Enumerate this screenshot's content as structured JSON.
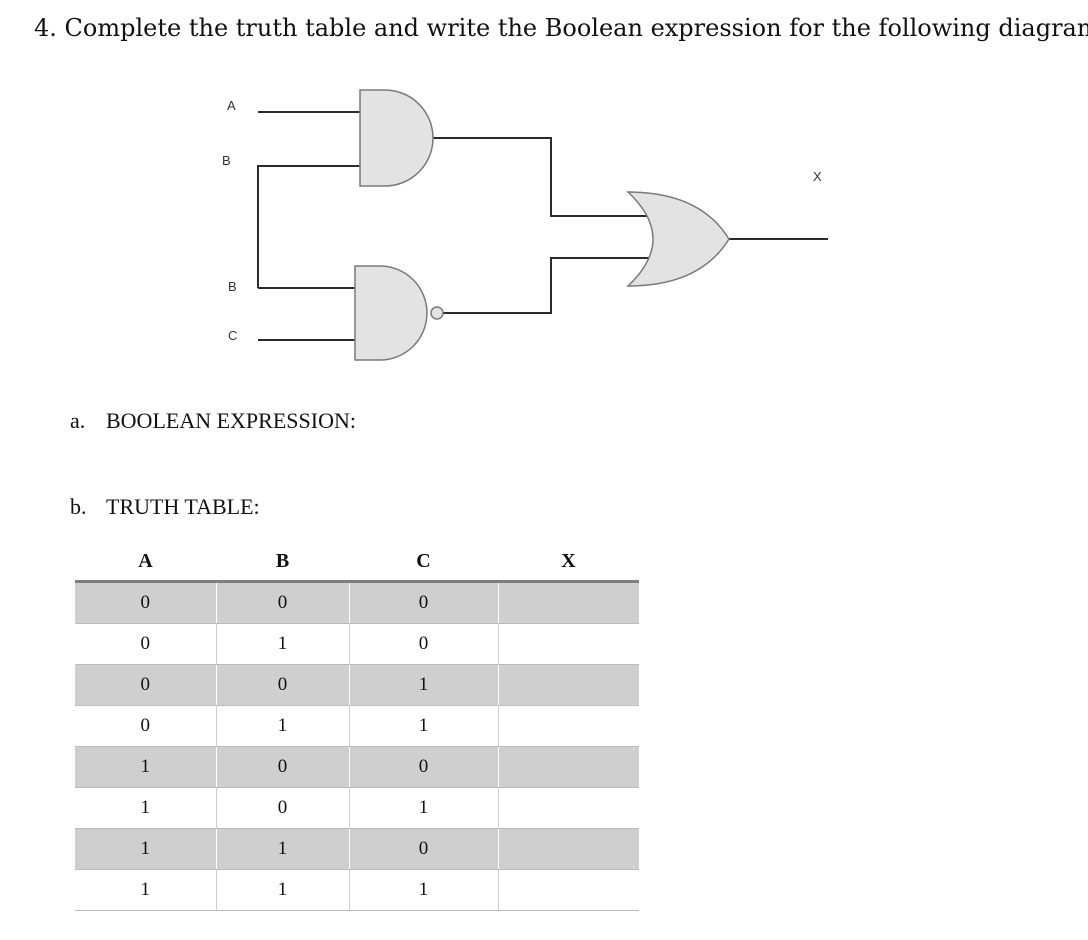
{
  "question": {
    "number": "4.",
    "text": "Complete the truth table and write the Boolean expression for the following diagram:"
  },
  "diagram": {
    "labels": {
      "a": "A",
      "b1": "B",
      "b2": "B",
      "c": "C",
      "x": "X"
    },
    "colors": {
      "gate_fill": "#e3e3e3",
      "gate_stroke": "#7a7a7a",
      "wire": "#2b2b2b"
    }
  },
  "section_a": {
    "marker": "a.",
    "title": "BOOLEAN EXPRESSION:"
  },
  "section_b": {
    "marker": "b.",
    "title": "TRUTH TABLE:"
  },
  "truth_table": {
    "headers": [
      "A",
      "B",
      "C",
      "X"
    ],
    "rows": [
      [
        "0",
        "0",
        "0",
        ""
      ],
      [
        "0",
        "1",
        "0",
        ""
      ],
      [
        "0",
        "0",
        "1",
        ""
      ],
      [
        "0",
        "1",
        "1",
        ""
      ],
      [
        "1",
        "0",
        "0",
        ""
      ],
      [
        "1",
        "0",
        "1",
        ""
      ],
      [
        "1",
        "1",
        "0",
        ""
      ],
      [
        "1",
        "1",
        "1",
        ""
      ]
    ],
    "shade_color": "#cfcfcf"
  }
}
